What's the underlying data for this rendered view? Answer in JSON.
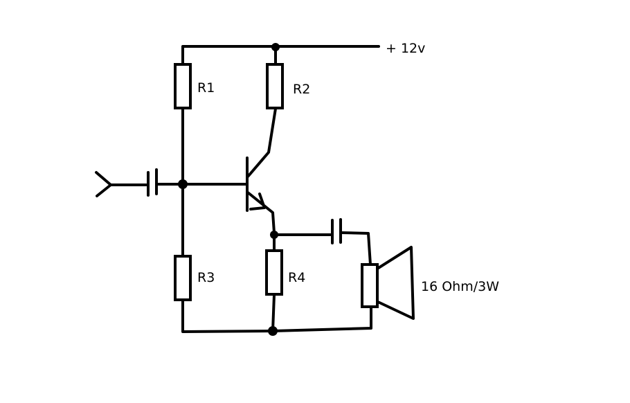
{
  "supply": {
    "label": "+ 12v"
  },
  "resistors": [
    {
      "id": "r1",
      "label": "R1"
    },
    {
      "id": "r2",
      "label": "R2"
    },
    {
      "id": "r3",
      "label": "R3"
    },
    {
      "id": "r4",
      "label": "R4"
    }
  ],
  "speaker": {
    "label": "16 Ohm/3W"
  }
}
